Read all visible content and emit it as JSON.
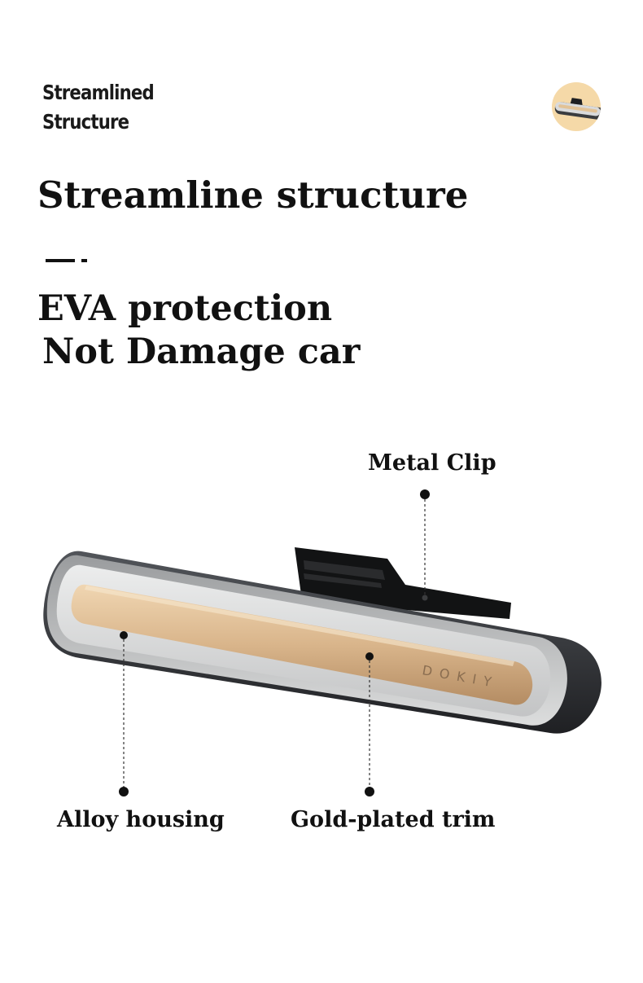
{
  "tagline": {
    "line1": "Streamlined",
    "line2": "Structure"
  },
  "headline": "Streamline structure",
  "features": {
    "line1": "EVA protection",
    "line2": "Not Damage car"
  },
  "callouts": {
    "metal_clip": "Metal Clip",
    "alloy_housing": "Alloy housing",
    "gold_trim": "Gold-plated trim"
  },
  "product": {
    "brand_engraving": "DOKIY"
  },
  "colors": {
    "thumb_bg": "#f5d9a8",
    "gold": "#d8b48a",
    "housing_dark": "#2b2d30",
    "housing_silver": "#c9cacb"
  }
}
